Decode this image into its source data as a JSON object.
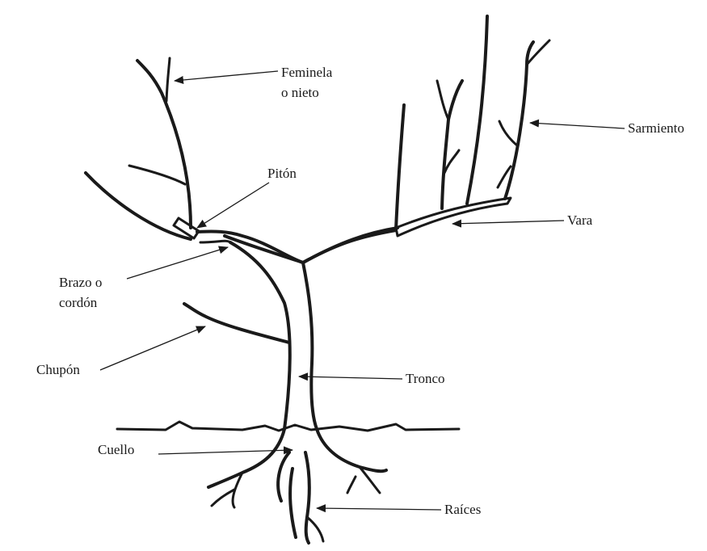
{
  "labels": {
    "feminela_line1": "Feminela",
    "feminela_line2": "o nieto",
    "piton": "Pitón",
    "sarmiento": "Sarmiento",
    "vara": "Vara",
    "brazo_line1": "Brazo o",
    "brazo_line2": "cordón",
    "chupon": "Chupón",
    "tronco": "Tronco",
    "cuello": "Cuello",
    "raices": "Raíces"
  },
  "colors": {
    "ink": "#1a1a1a",
    "background": "#ffffff"
  }
}
